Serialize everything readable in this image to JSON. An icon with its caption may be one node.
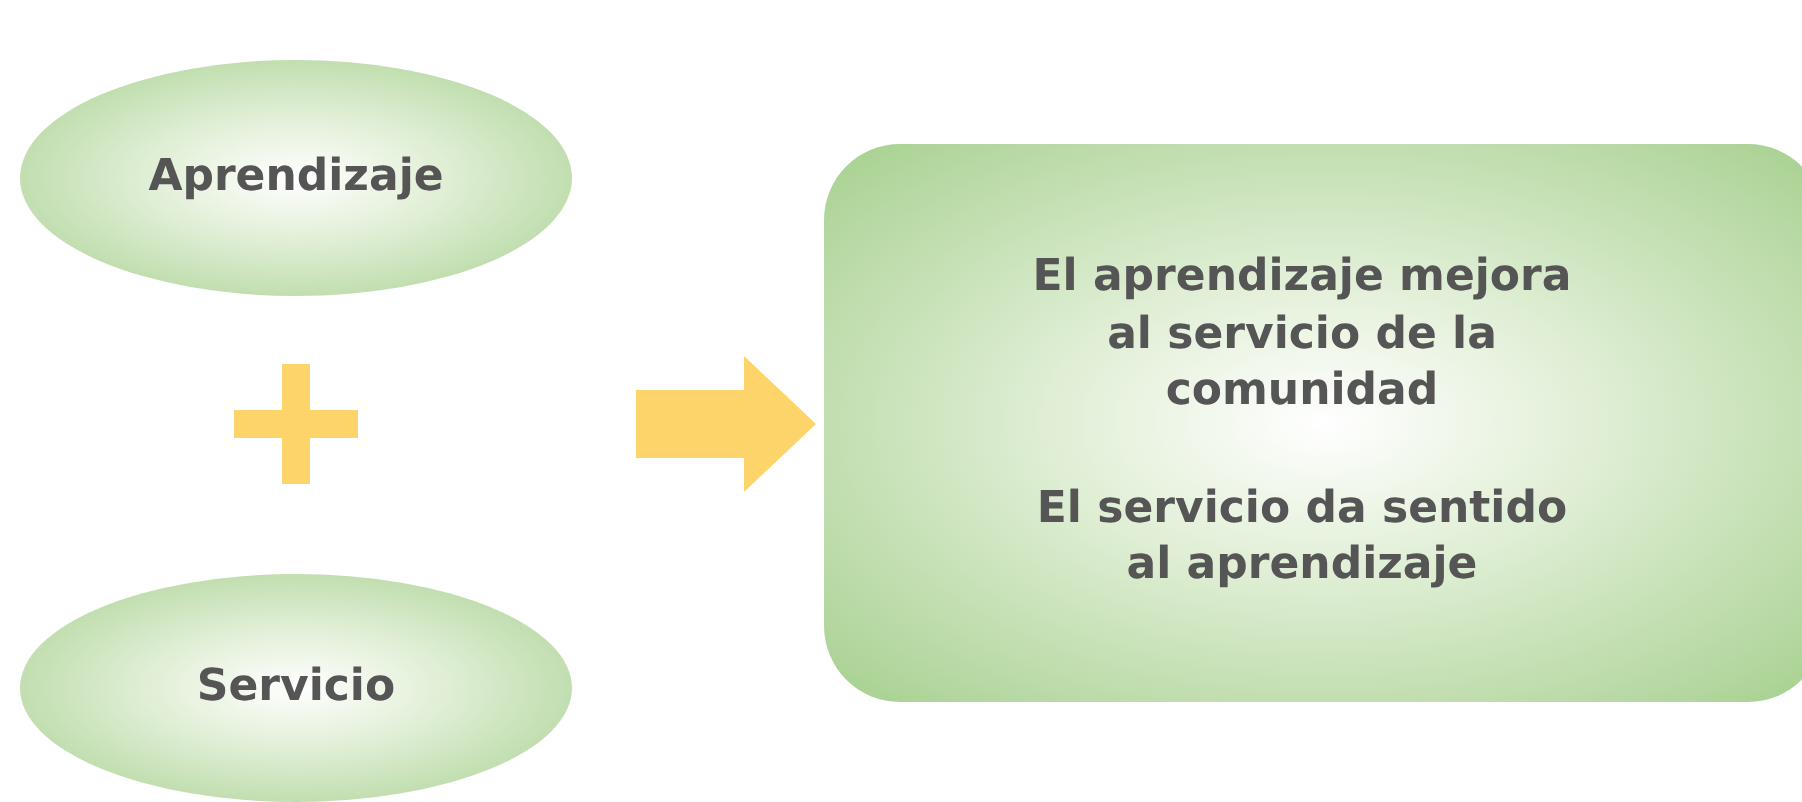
{
  "diagram": {
    "nodes": [
      {
        "text": [
          "Aprendizaje"
        ]
      },
      {
        "text": [
          "Servicio"
        ]
      },
      {
        "text": [
          "El aprendizaje mejora al servicio de la comunidad",
          "El servicio da sentido al aprendizaje"
        ]
      }
    ],
    "edges": [
      {
        "from": null,
        "to": 2,
        "arrow": "to"
      }
    ]
  }
}
